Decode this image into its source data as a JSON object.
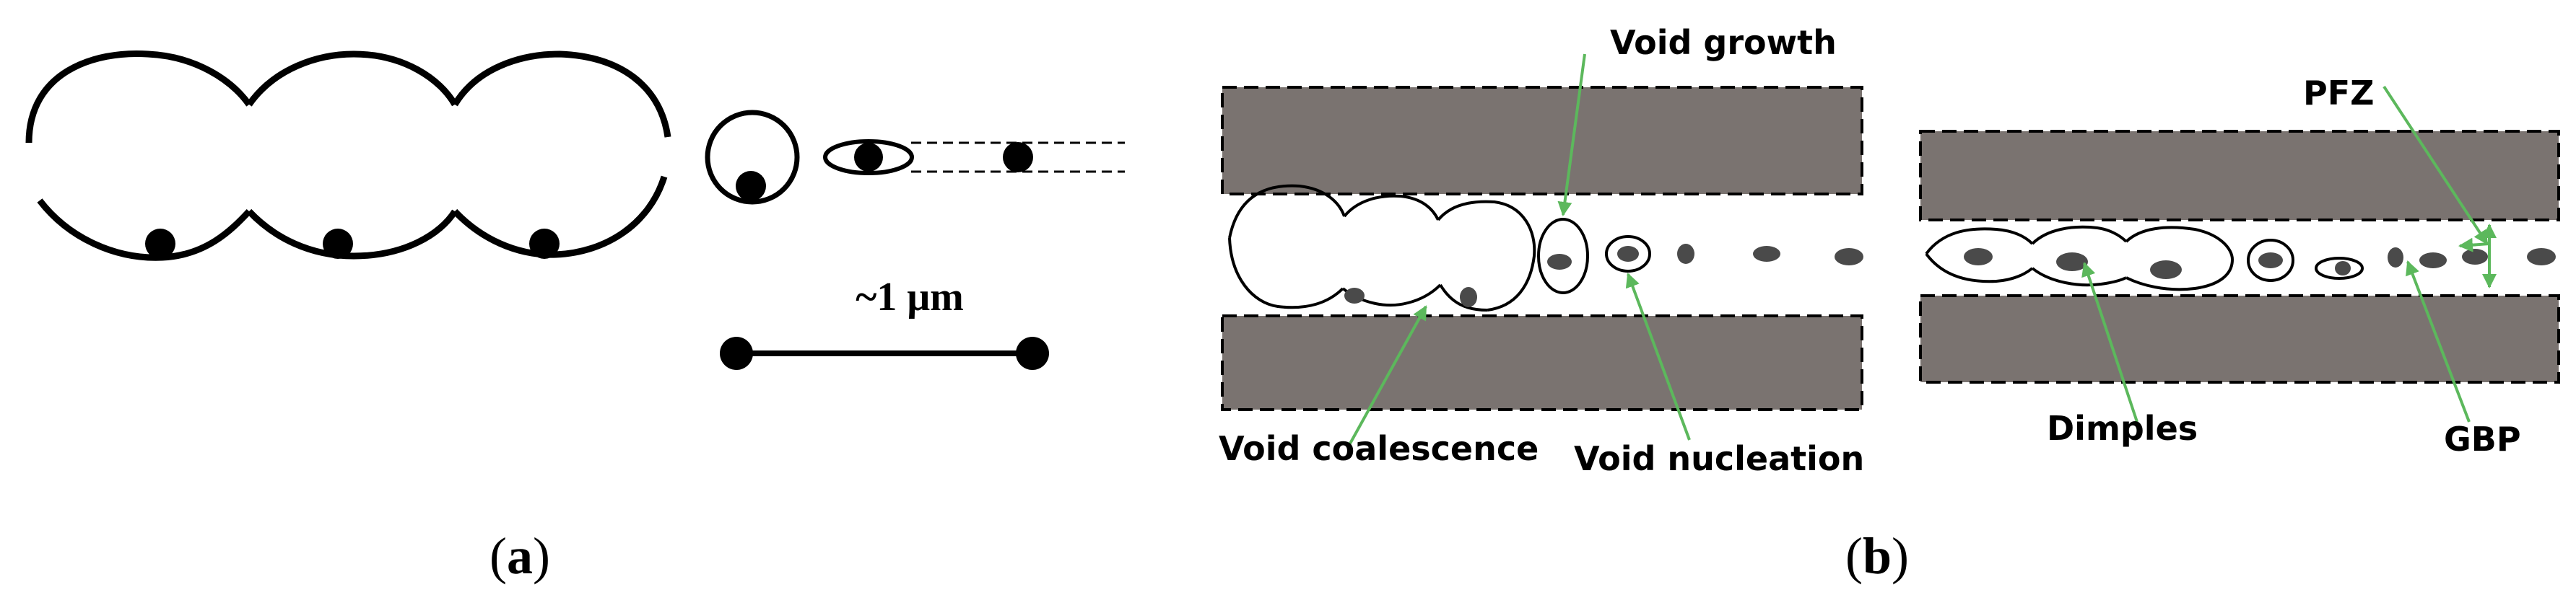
{
  "panel_a": {
    "label_open": "(",
    "label_letter": "a",
    "label_close": ")",
    "scale_text": "~1 μm"
  },
  "panel_b": {
    "label_open": "(",
    "label_letter": "b",
    "label_close": ")",
    "labels": {
      "void_growth": "Void growth",
      "void_coalescence": "Void coalescence",
      "void_nucleation": "Void nucleation",
      "pfz": "PFZ",
      "dimples": "Dimples",
      "gbp": "GBP"
    }
  },
  "colors": {
    "grain": "#7a7370",
    "arrow": "#5cb85c",
    "particle": "#000000",
    "particle_b": "#4a4a4a"
  }
}
